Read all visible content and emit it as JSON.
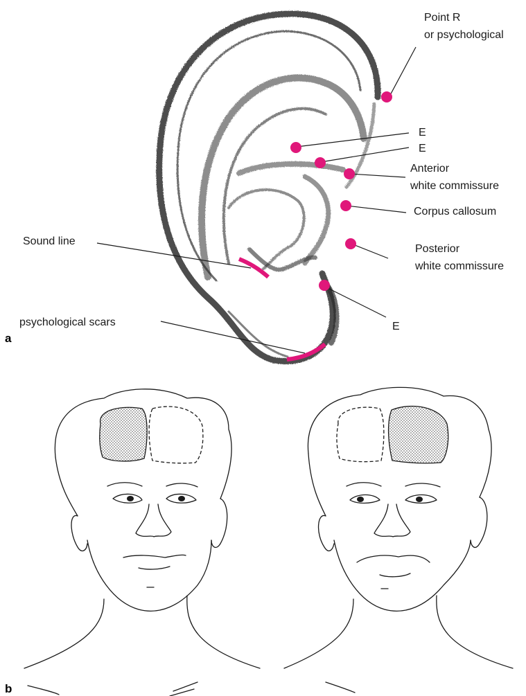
{
  "colors": {
    "marker": "#e0177a",
    "ink": "#1a1a1a",
    "shading": "#9a9a9a"
  },
  "panels": {
    "a": "a",
    "b": "b"
  },
  "labels": {
    "point_r_line1": "Point R",
    "point_r_line2": "or psychological",
    "e1": "E",
    "e2": "E",
    "anterior_line1": "Anterior",
    "anterior_line2": "white commissure",
    "corpus": "Corpus callosum",
    "posterior_line1": "Posterior",
    "posterior_line2": "white commissure",
    "sound_line": "Sound line",
    "scars": "psychological scars",
    "e3": "E"
  }
}
